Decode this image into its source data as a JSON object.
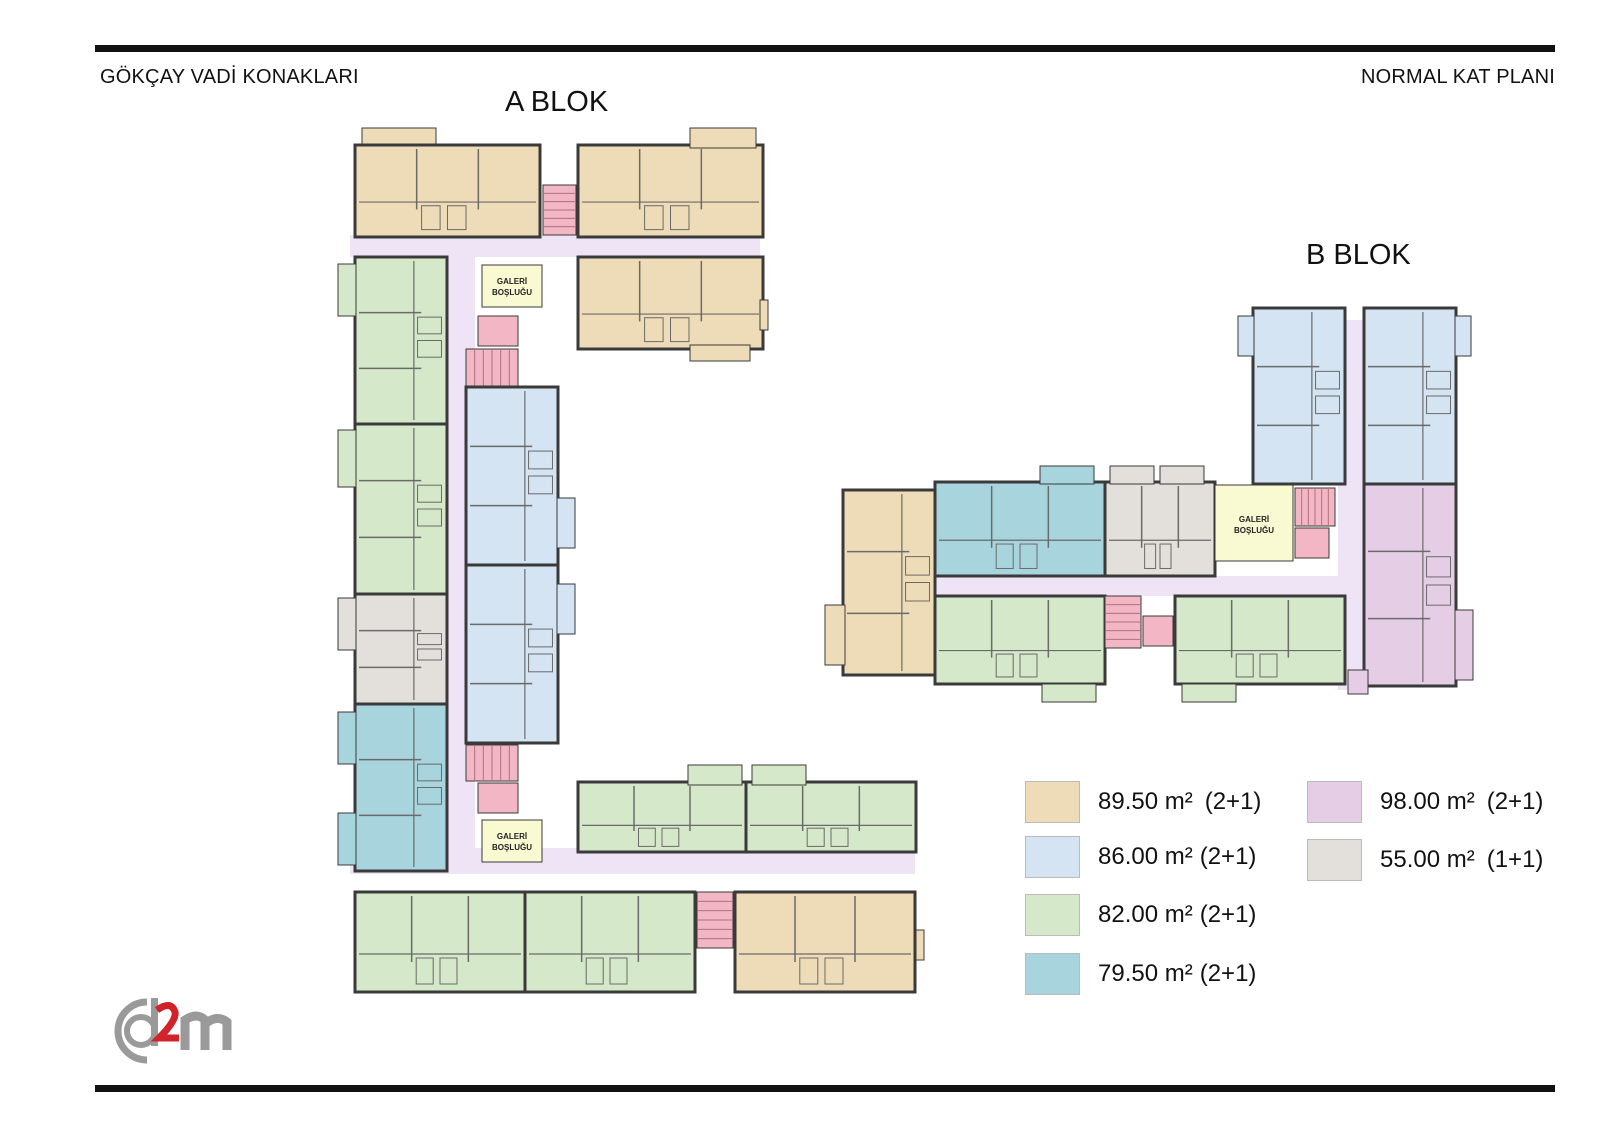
{
  "header": {
    "project": "GÖKÇAY VADİ KONAKLARI",
    "plan_type": "NORMAL KAT PLANI"
  },
  "blocks": {
    "a_title": "A BLOK",
    "b_title": "B BLOK"
  },
  "gallery": {
    "line1": "GALERİ",
    "line2": "BOŞLUĞU"
  },
  "colors": {
    "type_89": "#eedcb8",
    "type_86": "#d4e4f2",
    "type_82": "#d5e8c9",
    "type_79": "#a8d4de",
    "type_98": "#e6cde6",
    "type_55": "#e3dfdb",
    "corridor": "#eee4f6",
    "stair": "#f2b6c4",
    "gallery": "#fafad2",
    "wall": "#3a3a3a"
  },
  "legend": [
    {
      "area": "89.50 m²",
      "rooms": "(2+1)",
      "color": "#eedcb8"
    },
    {
      "area": "86.00 m²",
      "rooms": "(2+1)",
      "color": "#d4e4f2"
    },
    {
      "area": "82.00 m²",
      "rooms": "(2+1)",
      "color": "#d5e8c9"
    },
    {
      "area": "79.50 m²",
      "rooms": "(2+1)",
      "color": "#a8d4de"
    },
    {
      "area": "98.00 m²",
      "rooms": "(2+1)",
      "color": "#e6cde6"
    },
    {
      "area": "55.00 m²",
      "rooms": "(1+1)",
      "color": "#e3dfdb"
    }
  ],
  "logo": {
    "text": "d2m"
  }
}
